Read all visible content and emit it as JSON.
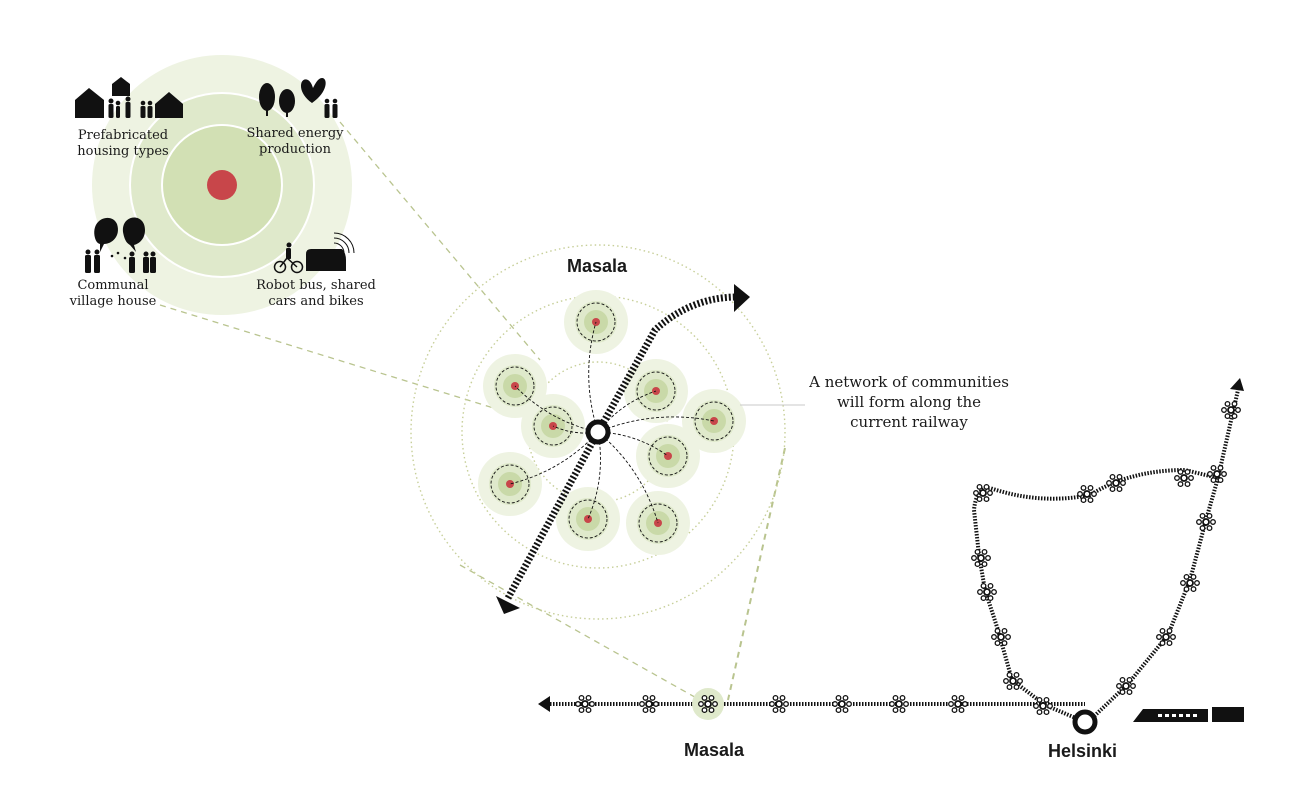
{
  "colors": {
    "green_light": "#eef3e2",
    "green_mid": "#dfe9cb",
    "green_dark": "#c9d9a8",
    "red": "#c8464a",
    "dash_green": "#b9c48f",
    "ink": "#111111"
  },
  "zoom_labels": {
    "housing": [
      "Prefabricated",
      "housing types"
    ],
    "energy": [
      "Shared energy",
      "production"
    ],
    "village": [
      "Communal",
      "village house"
    ],
    "transport": [
      "Robot bus, shared",
      "cars and bikes"
    ]
  },
  "icons": [
    "house-icon",
    "people-icon",
    "tree-icon",
    "heart-icon",
    "speech-bubble-icon",
    "bicycle-icon",
    "bus-icon",
    "wifi-signal-icon",
    "train-icon",
    "arrow-icon"
  ],
  "community": {
    "title": "Masala",
    "note": [
      "A network of communities",
      "will form along the",
      "current railway"
    ]
  },
  "railway": {
    "station_left": "Masala",
    "station_right": "Helsinki"
  }
}
